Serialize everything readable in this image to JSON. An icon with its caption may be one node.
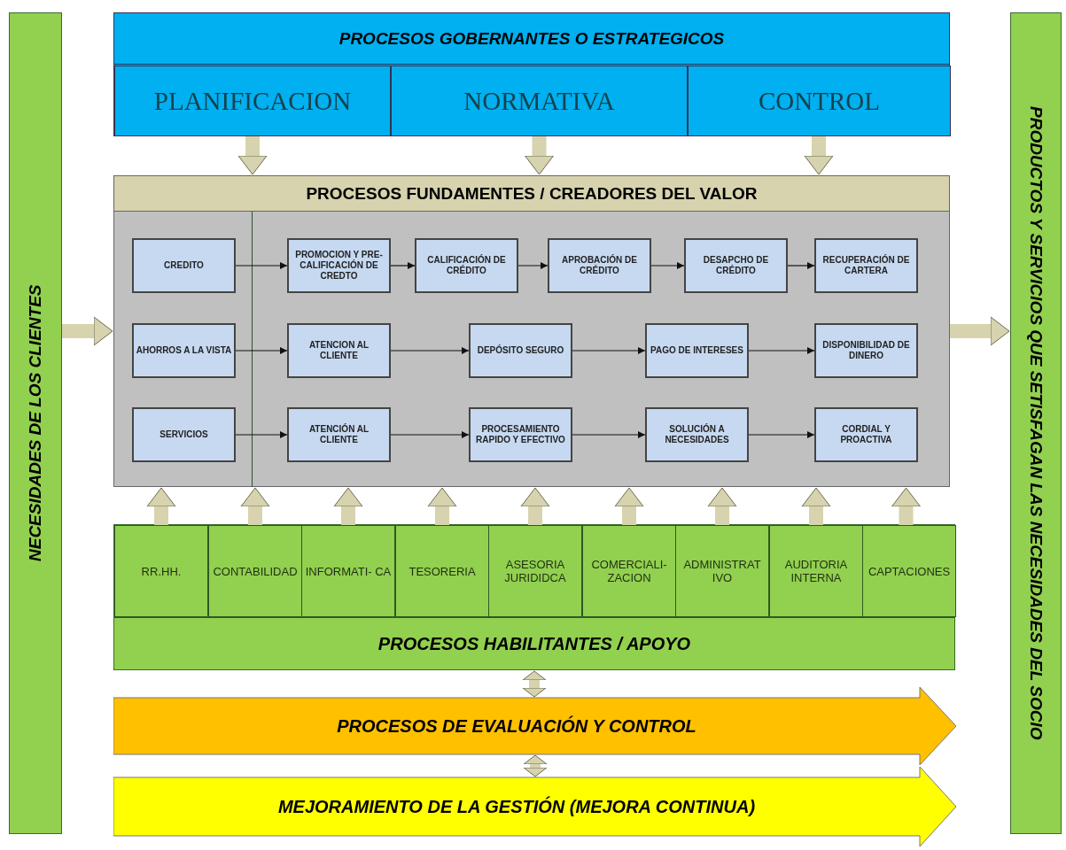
{
  "diagram": {
    "nodes": [
      {
        "text": [
          "NECESIDADES DE LOS CLIENTES"
        ]
      },
      {
        "text": [
          "PROCESOS GOBERNANTES O ESTRATEGICOS"
        ]
      },
      {
        "text": [
          "PLANIFICACION"
        ],
        "in": 1
      },
      {
        "text": [
          "NORMATIVA"
        ],
        "in": 1
      },
      {
        "text": [
          "CONTROL"
        ],
        "in": 1
      },
      {
        "text": [
          "PROCESOS FUNDAMENTES / CREADORES DEL VALOR"
        ]
      },
      {
        "text": [
          "CREDITO"
        ],
        "in": 5
      },
      {
        "text": [
          "PROMOCION Y PRE-CALIFICACIÓN DE CREDTO"
        ],
        "in": 5
      },
      {
        "text": [
          "CALIFICACIÓN DE CRÉDITO"
        ],
        "in": 5
      },
      {
        "text": [
          "APROBACIÓN DE CRÉDITO"
        ],
        "in": 5
      },
      {
        "text": [
          "DESAPCHO DE CRÉDITO"
        ],
        "in": 5
      },
      {
        "text": [
          "RECUPERACIÓN DE CARTERA"
        ],
        "in": 5
      },
      {
        "text": [
          "AHORROS A LA VISTA"
        ],
        "in": 5
      },
      {
        "text": [
          "ATENCION AL CLIENTE"
        ],
        "in": 5
      },
      {
        "text": [
          "DEPÓSITO SEGURO"
        ],
        "in": 5
      },
      {
        "text": [
          "PAGO DE INTERESES"
        ],
        "in": 5
      },
      {
        "text": [
          "DISPONIBILIDAD DE DINERO"
        ],
        "in": 5
      },
      {
        "text": [
          "SERVICIOS"
        ],
        "in": 5
      },
      {
        "text": [
          "ATENCIÓN AL CLIENTE"
        ],
        "in": 5
      },
      {
        "text": [
          "PROCESAMIENTO RAPIDO Y EFECTIVO"
        ],
        "in": 5
      },
      {
        "text": [
          "SOLUCIÓN A NECESIDADES"
        ],
        "in": 5
      },
      {
        "text": [
          "CORDIAL Y PROACTIVA"
        ],
        "in": 5
      },
      {
        "text": [
          "PROCESOS HABILITANTES / APOYO"
        ]
      },
      {
        "text": [
          "RR.HH."
        ],
        "in": 22
      },
      {
        "text": [
          "CONTABILIDAD"
        ],
        "in": 22
      },
      {
        "text": [
          "INFORMATI- CA"
        ],
        "in": 22
      },
      {
        "text": [
          "TESORERIA"
        ],
        "in": 22
      },
      {
        "text": [
          "ASESORIA JURIDIDCA"
        ],
        "in": 22
      },
      {
        "text": [
          "COMERCIALI- ZACION"
        ],
        "in": 22
      },
      {
        "text": [
          "ADMINISTRAT IVO"
        ],
        "in": 22
      },
      {
        "text": [
          "AUDITORIA INTERNA"
        ],
        "in": 22
      },
      {
        "text": [
          "CAPTACIONES"
        ],
        "in": 22
      },
      {
        "text": [
          "PROCESOS DE EVALUACIÓN Y CONTROL"
        ]
      },
      {
        "text": [
          "MEJORAMIENTO DE LA GESTIÓN (MEJORA CONTINUA)"
        ]
      },
      {
        "text": [
          "PRODUCTOS Y SERVICIOS QUE SETISFAGAN LAS NECESIDADES DEL SOCIO"
        ]
      }
    ],
    "edges": [
      {
        "from": 0,
        "to": 5,
        "arrow": "to"
      },
      {
        "from": 2,
        "to": 5,
        "arrow": "to"
      },
      {
        "from": 3,
        "to": 5,
        "arrow": "to"
      },
      {
        "from": 4,
        "to": 5,
        "arrow": "to"
      },
      {
        "from": 6,
        "to": 7,
        "arrow": "to",
        "color": "#111111"
      },
      {
        "from": 7,
        "to": 8,
        "arrow": "to",
        "color": "#111111"
      },
      {
        "from": 8,
        "to": 9,
        "arrow": "to",
        "color": "#111111"
      },
      {
        "from": 9,
        "to": 10,
        "arrow": "to",
        "color": "#111111"
      },
      {
        "from": 10,
        "to": 11,
        "arrow": "to",
        "color": "#111111"
      },
      {
        "from": 12,
        "to": 13,
        "arrow": "to",
        "color": "#111111"
      },
      {
        "from": 13,
        "to": 14,
        "arrow": "to",
        "color": "#111111"
      },
      {
        "from": 14,
        "to": 15,
        "arrow": "to",
        "color": "#111111"
      },
      {
        "from": 15,
        "to": 16,
        "arrow": "to",
        "color": "#111111"
      },
      {
        "from": 17,
        "to": 18,
        "arrow": "to",
        "color": "#111111"
      },
      {
        "from": 18,
        "to": 19,
        "arrow": "to",
        "color": "#111111"
      },
      {
        "from": 19,
        "to": 20,
        "arrow": "to",
        "color": "#111111"
      },
      {
        "from": 20,
        "to": 21,
        "arrow": "to",
        "color": "#111111"
      },
      {
        "from": 23,
        "to": 5,
        "arrow": "to"
      },
      {
        "from": 24,
        "to": 5,
        "arrow": "to"
      },
      {
        "from": 25,
        "to": 5,
        "arrow": "to"
      },
      {
        "from": 26,
        "to": 5,
        "arrow": "to"
      },
      {
        "from": 27,
        "to": 5,
        "arrow": "to"
      },
      {
        "from": 28,
        "to": 5,
        "arrow": "to"
      },
      {
        "from": 29,
        "to": 5,
        "arrow": "to"
      },
      {
        "from": 30,
        "to": 5,
        "arrow": "to"
      },
      {
        "from": 31,
        "to": 5,
        "arrow": "to"
      },
      {
        "from": 5,
        "to": 34,
        "arrow": "to"
      },
      {
        "from": 22,
        "to": 32,
        "arrow": "both"
      },
      {
        "from": 32,
        "to": 33,
        "arrow": "both"
      }
    ]
  }
}
